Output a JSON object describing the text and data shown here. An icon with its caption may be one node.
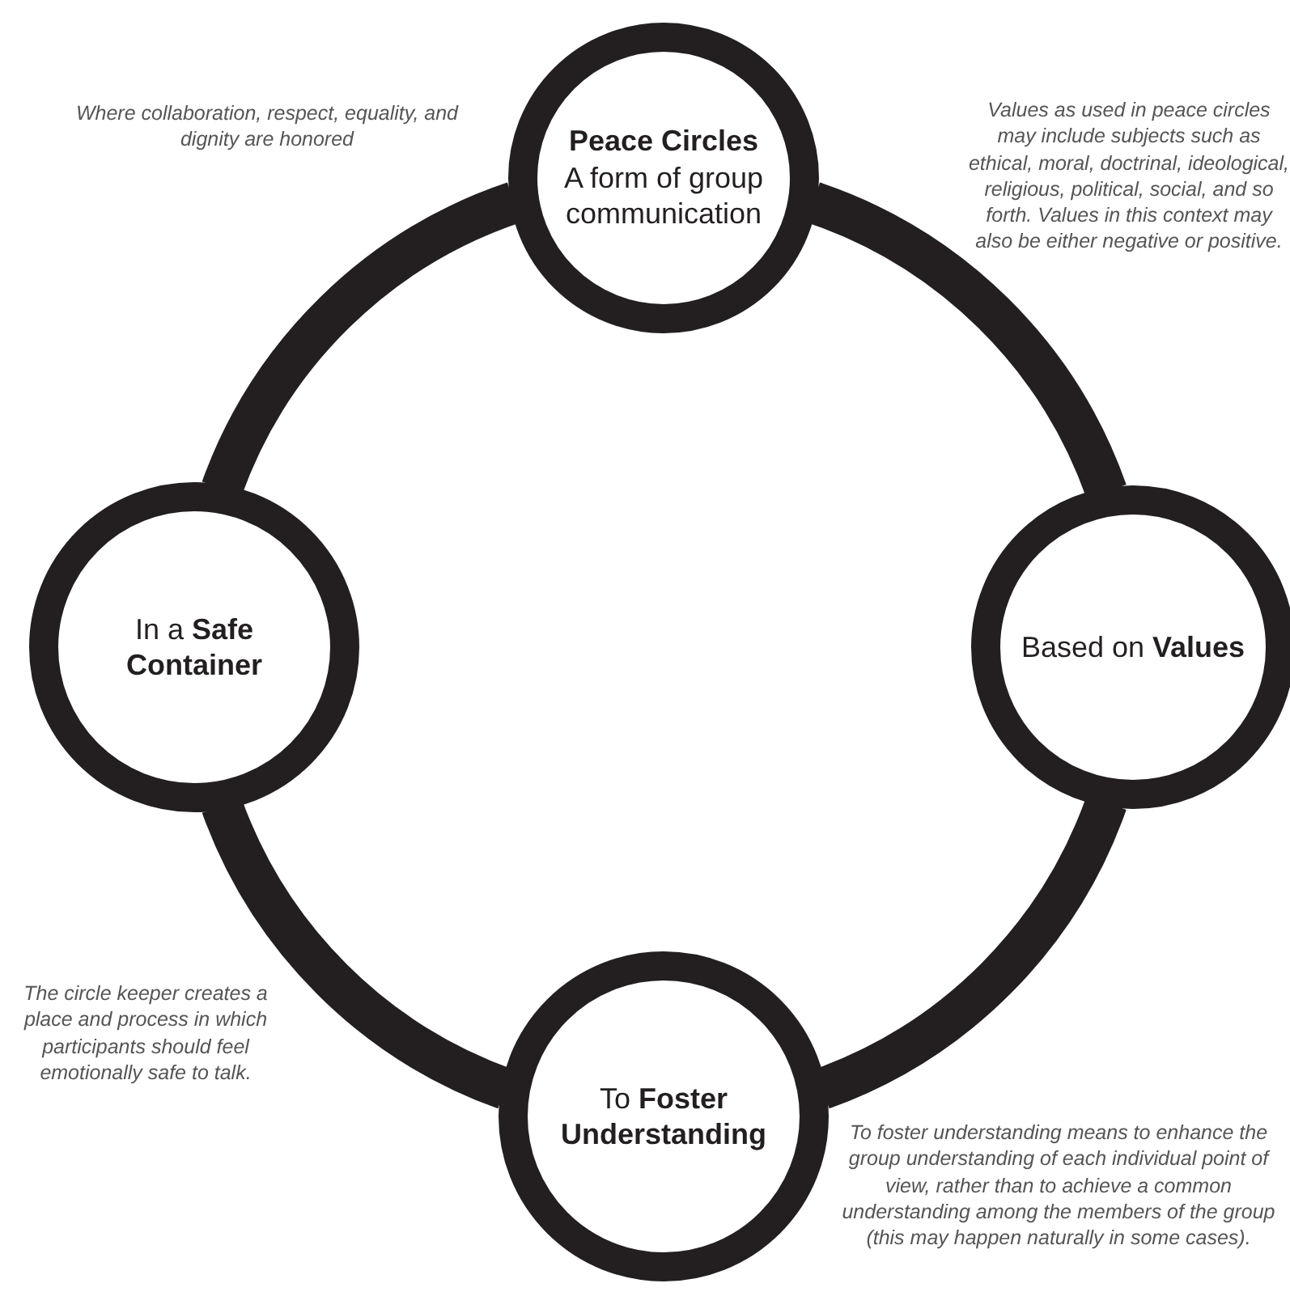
{
  "diagram": {
    "nodes": [
      {
        "text": [
          "Peace Circles",
          "A form of group communication"
        ]
      },
      {
        "text": [
          "In a **Safe Container**"
        ]
      },
      {
        "text": [
          "Based on **Values**"
        ]
      },
      {
        "text": [
          "To **Foster Understanding**"
        ]
      }
    ],
    "edges": [
      {
        "from": 1,
        "to": 0,
        "arrow": "none"
      },
      {
        "from": 0,
        "to": 2,
        "arrow": "none"
      },
      {
        "from": 2,
        "to": 3,
        "arrow": "none"
      },
      {
        "from": 3,
        "to": 1,
        "arrow": "none"
      }
    ],
    "labels": [
      "Where collaboration, respect, equality, and dignity are honored",
      "Values as used in peace circles may include subjects such as ethical, moral, doctrinal, ideological, religious, political, social, and so forth. Values in this context may also be either negative or positive.",
      "The circle keeper creates a place and process in which participants should feel emotionally safe to talk.",
      "To foster understanding means to enhance the group understanding of each individual point of view, rather than to achieve a common understanding among the members of the group (this may happen naturally in some cases)."
    ]
  }
}
